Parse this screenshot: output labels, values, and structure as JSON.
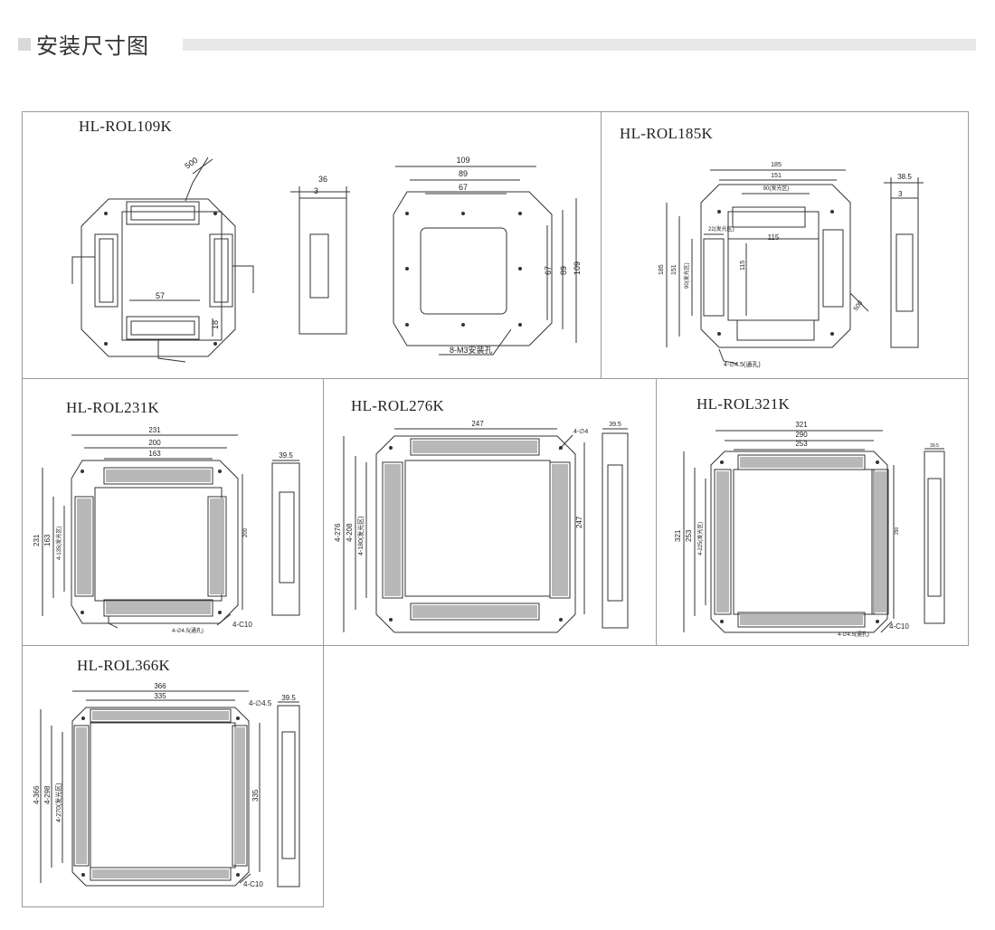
{
  "header": {
    "title": "安装尺寸图"
  },
  "models": {
    "m109": {
      "name": "HL-ROL109K",
      "dims": {
        "cable": "500",
        "inner_w": "57",
        "strip_w": "18",
        "side_total": "36",
        "side_edge": "3",
        "total": "109",
        "hole": "89",
        "inner": "67",
        "holes_note": "8-M3安装孔"
      }
    },
    "m185": {
      "name": "HL-ROL185K",
      "dims": {
        "total": "185",
        "hole": "151",
        "light": "90(发光区)",
        "led": "22(发光区)",
        "inner": "115",
        "cable": "500",
        "holes_note": "4-∅4.5(通孔)",
        "side_total": "38.5",
        "side_edge": "3"
      }
    },
    "m231": {
      "name": "HL-ROL231K",
      "dims": {
        "total": "231",
        "hole": "200",
        "light": "163",
        "light_v": "4-135(发光区)",
        "side": "39.5",
        "holes_note": "4-∅4.5(通孔)",
        "corner": "4-C10"
      }
    },
    "m276": {
      "name": "HL-ROL276K",
      "dims": {
        "light_w": "247",
        "hole_note": "4-∅4",
        "side": "39.5",
        "total_v": "4-276",
        "hole_v": "4-208",
        "light_v": "4-180(发光区)"
      }
    },
    "m321": {
      "name": "HL-ROL321K",
      "dims": {
        "total": "321",
        "hole": "290",
        "light": "253",
        "light_v": "4-225(发光区)",
        "side": "39.5",
        "inner_v": "290",
        "holes_note": "4-∅4.5(通孔)",
        "corner": "4-C10"
      }
    },
    "m366": {
      "name": "HL-ROL366K",
      "dims": {
        "total": "366",
        "hole": "335",
        "hole_note": "4-∅4.5",
        "side": "39.5",
        "total_v": "4-366",
        "hole_v": "4-298",
        "light_v": "4-270(发光区)",
        "corner": "4-C10"
      }
    }
  }
}
